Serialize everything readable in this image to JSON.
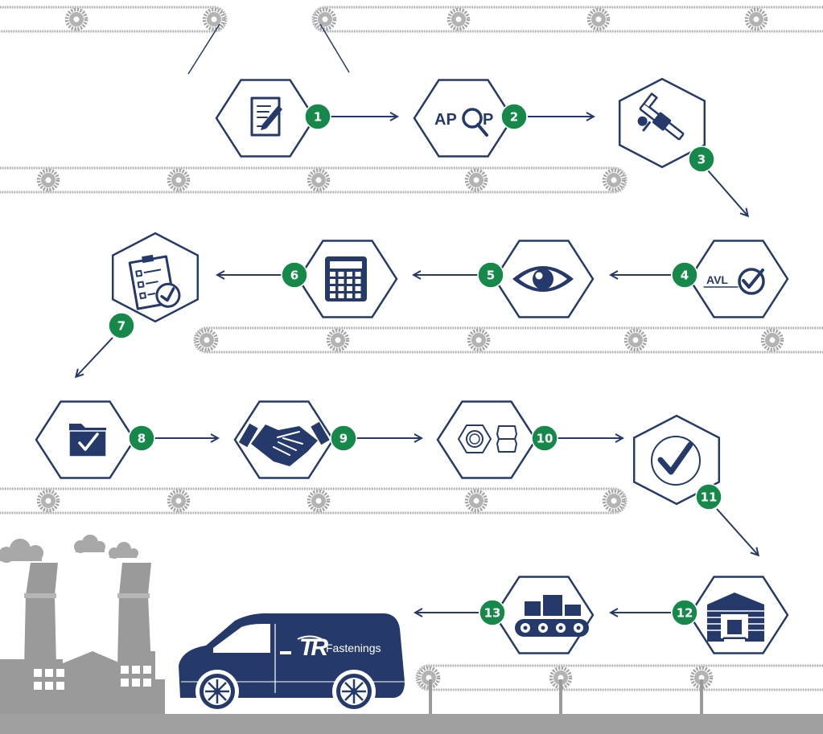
{
  "colors": {
    "navy": "#253a6b",
    "green": "#16894a",
    "grey_belt": "#a4a4a4",
    "grey_factory": "#9a9a9a",
    "ground": "#a0a0a0",
    "white": "#ffffff"
  },
  "steps": [
    {
      "number": "1",
      "icon": "contract-edit-icon"
    },
    {
      "number": "2",
      "icon": "apqp-magnifier-icon",
      "label_a": "AP",
      "label_b": "P"
    },
    {
      "number": "3",
      "icon": "caliper-icon"
    },
    {
      "number": "4",
      "icon": "avl-check-icon",
      "label": "AVL"
    },
    {
      "number": "5",
      "icon": "eye-icon"
    },
    {
      "number": "6",
      "icon": "calculator-icon"
    },
    {
      "number": "7",
      "icon": "checklist-clipboard-icon"
    },
    {
      "number": "8",
      "icon": "folder-check-icon"
    },
    {
      "number": "9",
      "icon": "handshake-icon"
    },
    {
      "number": "10",
      "icon": "hex-nut-icon"
    },
    {
      "number": "11",
      "icon": "checkmark-circle-icon"
    },
    {
      "number": "12",
      "icon": "warehouse-icon"
    },
    {
      "number": "13",
      "icon": "conveyor-boxes-icon"
    }
  ],
  "van": {
    "brand_text": "Fastenings",
    "logo_icon": "tr-logo-icon"
  },
  "factory": {
    "icon": "factory-smokestacks-icon"
  }
}
